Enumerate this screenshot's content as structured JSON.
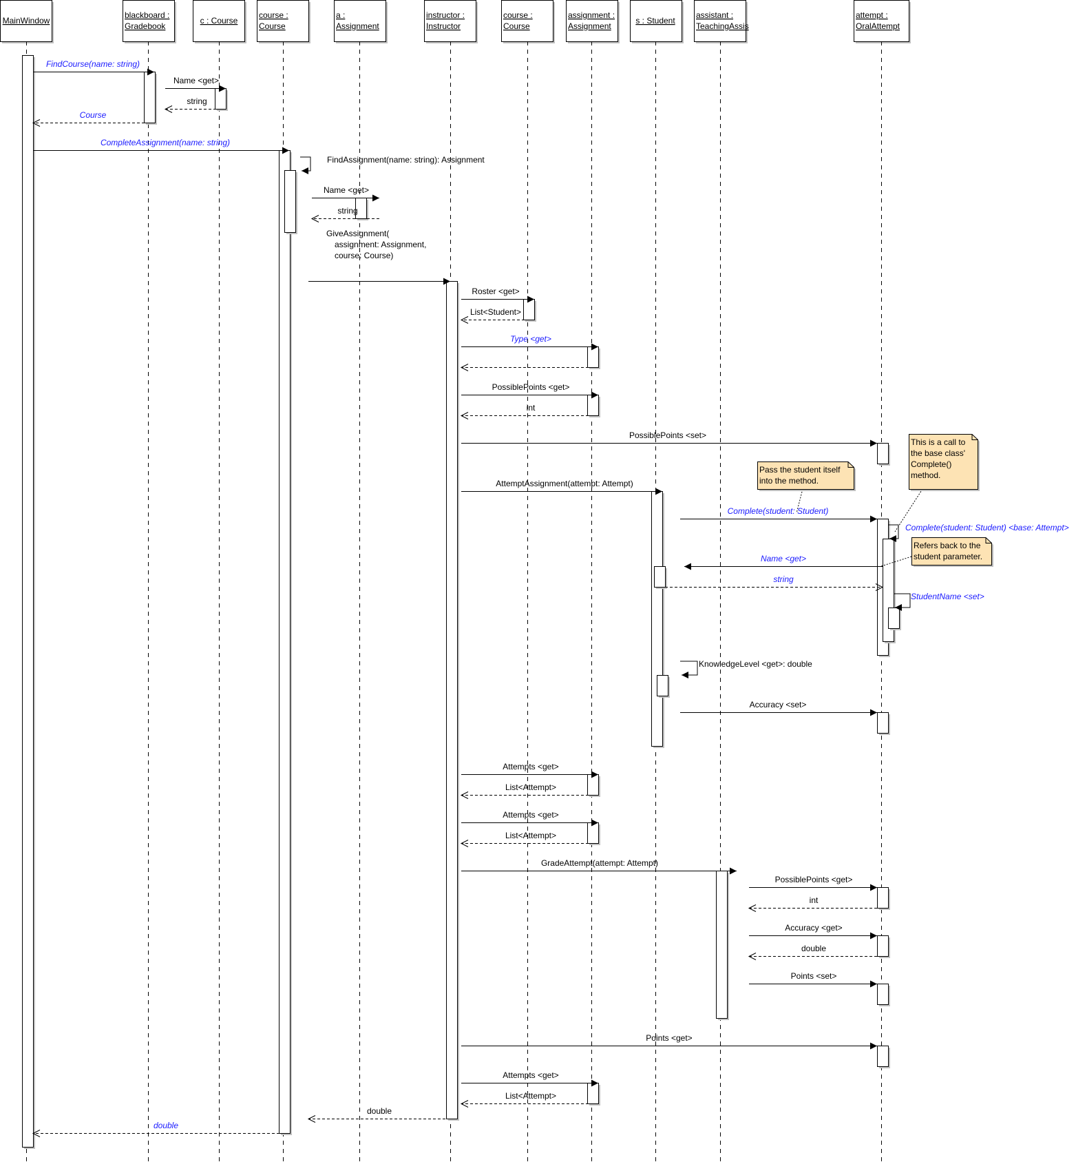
{
  "colors": {
    "line": "#000000",
    "shadow": "#c0c0c0",
    "note_fill": "#fde3b4",
    "italic_label": "#1a1aff",
    "box_fill": "#ffffff"
  },
  "lifelines": [
    {
      "id": "mainwindow",
      "lines": [
        "MainWindow"
      ]
    },
    {
      "id": "blackboard",
      "lines": [
        "blackboard :",
        "Gradebook"
      ]
    },
    {
      "id": "c",
      "lines": [
        "c : Course"
      ]
    },
    {
      "id": "course1",
      "lines": [
        "course :",
        "Course"
      ]
    },
    {
      "id": "a",
      "lines": [
        "a :",
        "Assignment"
      ]
    },
    {
      "id": "instructor",
      "lines": [
        "instructor :",
        "Instructor"
      ]
    },
    {
      "id": "course2",
      "lines": [
        "course :",
        "Course"
      ]
    },
    {
      "id": "assignment",
      "lines": [
        "assignment :",
        "Assignment"
      ]
    },
    {
      "id": "s",
      "lines": [
        "s : Student"
      ]
    },
    {
      "id": "assistant",
      "lines": [
        "assistant :",
        "TeachingAssis"
      ]
    },
    {
      "id": "attempt",
      "lines": [
        "attempt :",
        "OralAttempt"
      ]
    }
  ],
  "messages": [
    {
      "label": "FindCourse(name: string)",
      "italic": true,
      "kind": "call"
    },
    {
      "label": "Name <get>",
      "italic": false,
      "kind": "call"
    },
    {
      "label": "string",
      "italic": false,
      "kind": "return"
    },
    {
      "label": "Course",
      "italic": true,
      "kind": "return"
    },
    {
      "label": "CompleteAssignment(name: string)",
      "italic": true,
      "kind": "call"
    },
    {
      "label": "FindAssignment(name: string): Assignment",
      "italic": false,
      "kind": "self"
    },
    {
      "label": "Name <get>",
      "italic": false,
      "kind": "call"
    },
    {
      "label": "string",
      "italic": false,
      "kind": "return"
    },
    {
      "label": [
        "GiveAssignment(",
        "assignment: Assignment,",
        "course: Course)"
      ],
      "italic": false,
      "kind": "call"
    },
    {
      "label": "Roster <get>",
      "italic": false,
      "kind": "call"
    },
    {
      "label": "List<Student>",
      "italic": false,
      "kind": "return"
    },
    {
      "label": "Type <get>",
      "italic": true,
      "kind": "call"
    },
    {
      "label": "",
      "italic": false,
      "kind": "return"
    },
    {
      "label": "PossiblePoints <get>",
      "italic": false,
      "kind": "call"
    },
    {
      "label": "int",
      "italic": false,
      "kind": "return"
    },
    {
      "label": "PossiblePoints <set>",
      "italic": false,
      "kind": "call"
    },
    {
      "label": "AttemptAssignment(attempt: Attempt)",
      "italic": false,
      "kind": "call"
    },
    {
      "label": "Complete(student: Student)",
      "italic": true,
      "kind": "call"
    },
    {
      "label": "Complete(student: Student) <base: Attempt>",
      "italic": true,
      "kind": "self"
    },
    {
      "label": "Name <get>",
      "italic": true,
      "kind": "call"
    },
    {
      "label": "string",
      "italic": true,
      "kind": "return"
    },
    {
      "label": "StudentName <set>",
      "italic": true,
      "kind": "self"
    },
    {
      "label": "KnowledgeLevel <get>: double",
      "italic": false,
      "kind": "self"
    },
    {
      "label": "Accuracy <set>",
      "italic": false,
      "kind": "call"
    },
    {
      "label": "Attempts <get>",
      "italic": false,
      "kind": "call"
    },
    {
      "label": "List<Attempt>",
      "italic": false,
      "kind": "return"
    },
    {
      "label": "Attempts <get>",
      "italic": false,
      "kind": "call"
    },
    {
      "label": "List<Attempt>",
      "italic": false,
      "kind": "return"
    },
    {
      "label": "GradeAttempt(attempt: Attempt)",
      "italic": false,
      "kind": "call"
    },
    {
      "label": "PossiblePoints <get>",
      "italic": false,
      "kind": "call"
    },
    {
      "label": "int",
      "italic": false,
      "kind": "return"
    },
    {
      "label": "Accuracy <get>",
      "italic": false,
      "kind": "call"
    },
    {
      "label": "double",
      "italic": false,
      "kind": "return"
    },
    {
      "label": "Points <set>",
      "italic": false,
      "kind": "call"
    },
    {
      "label": "Points <get>",
      "italic": false,
      "kind": "call"
    },
    {
      "label": "Attempts <get>",
      "italic": false,
      "kind": "call"
    },
    {
      "label": "List<Attempt>",
      "italic": false,
      "kind": "return"
    },
    {
      "label": "double",
      "italic": false,
      "kind": "return"
    },
    {
      "label": "double",
      "italic": true,
      "kind": "return"
    }
  ],
  "notes": [
    {
      "id": "note-pass-student",
      "lines": [
        "Pass the student itself",
        "into the method."
      ]
    },
    {
      "id": "note-base-call",
      "lines": [
        "This is a call to",
        "the base class'",
        "Complete()",
        "method."
      ]
    },
    {
      "id": "note-refers-back",
      "lines": [
        "Refers back to the",
        "student parameter."
      ]
    }
  ]
}
